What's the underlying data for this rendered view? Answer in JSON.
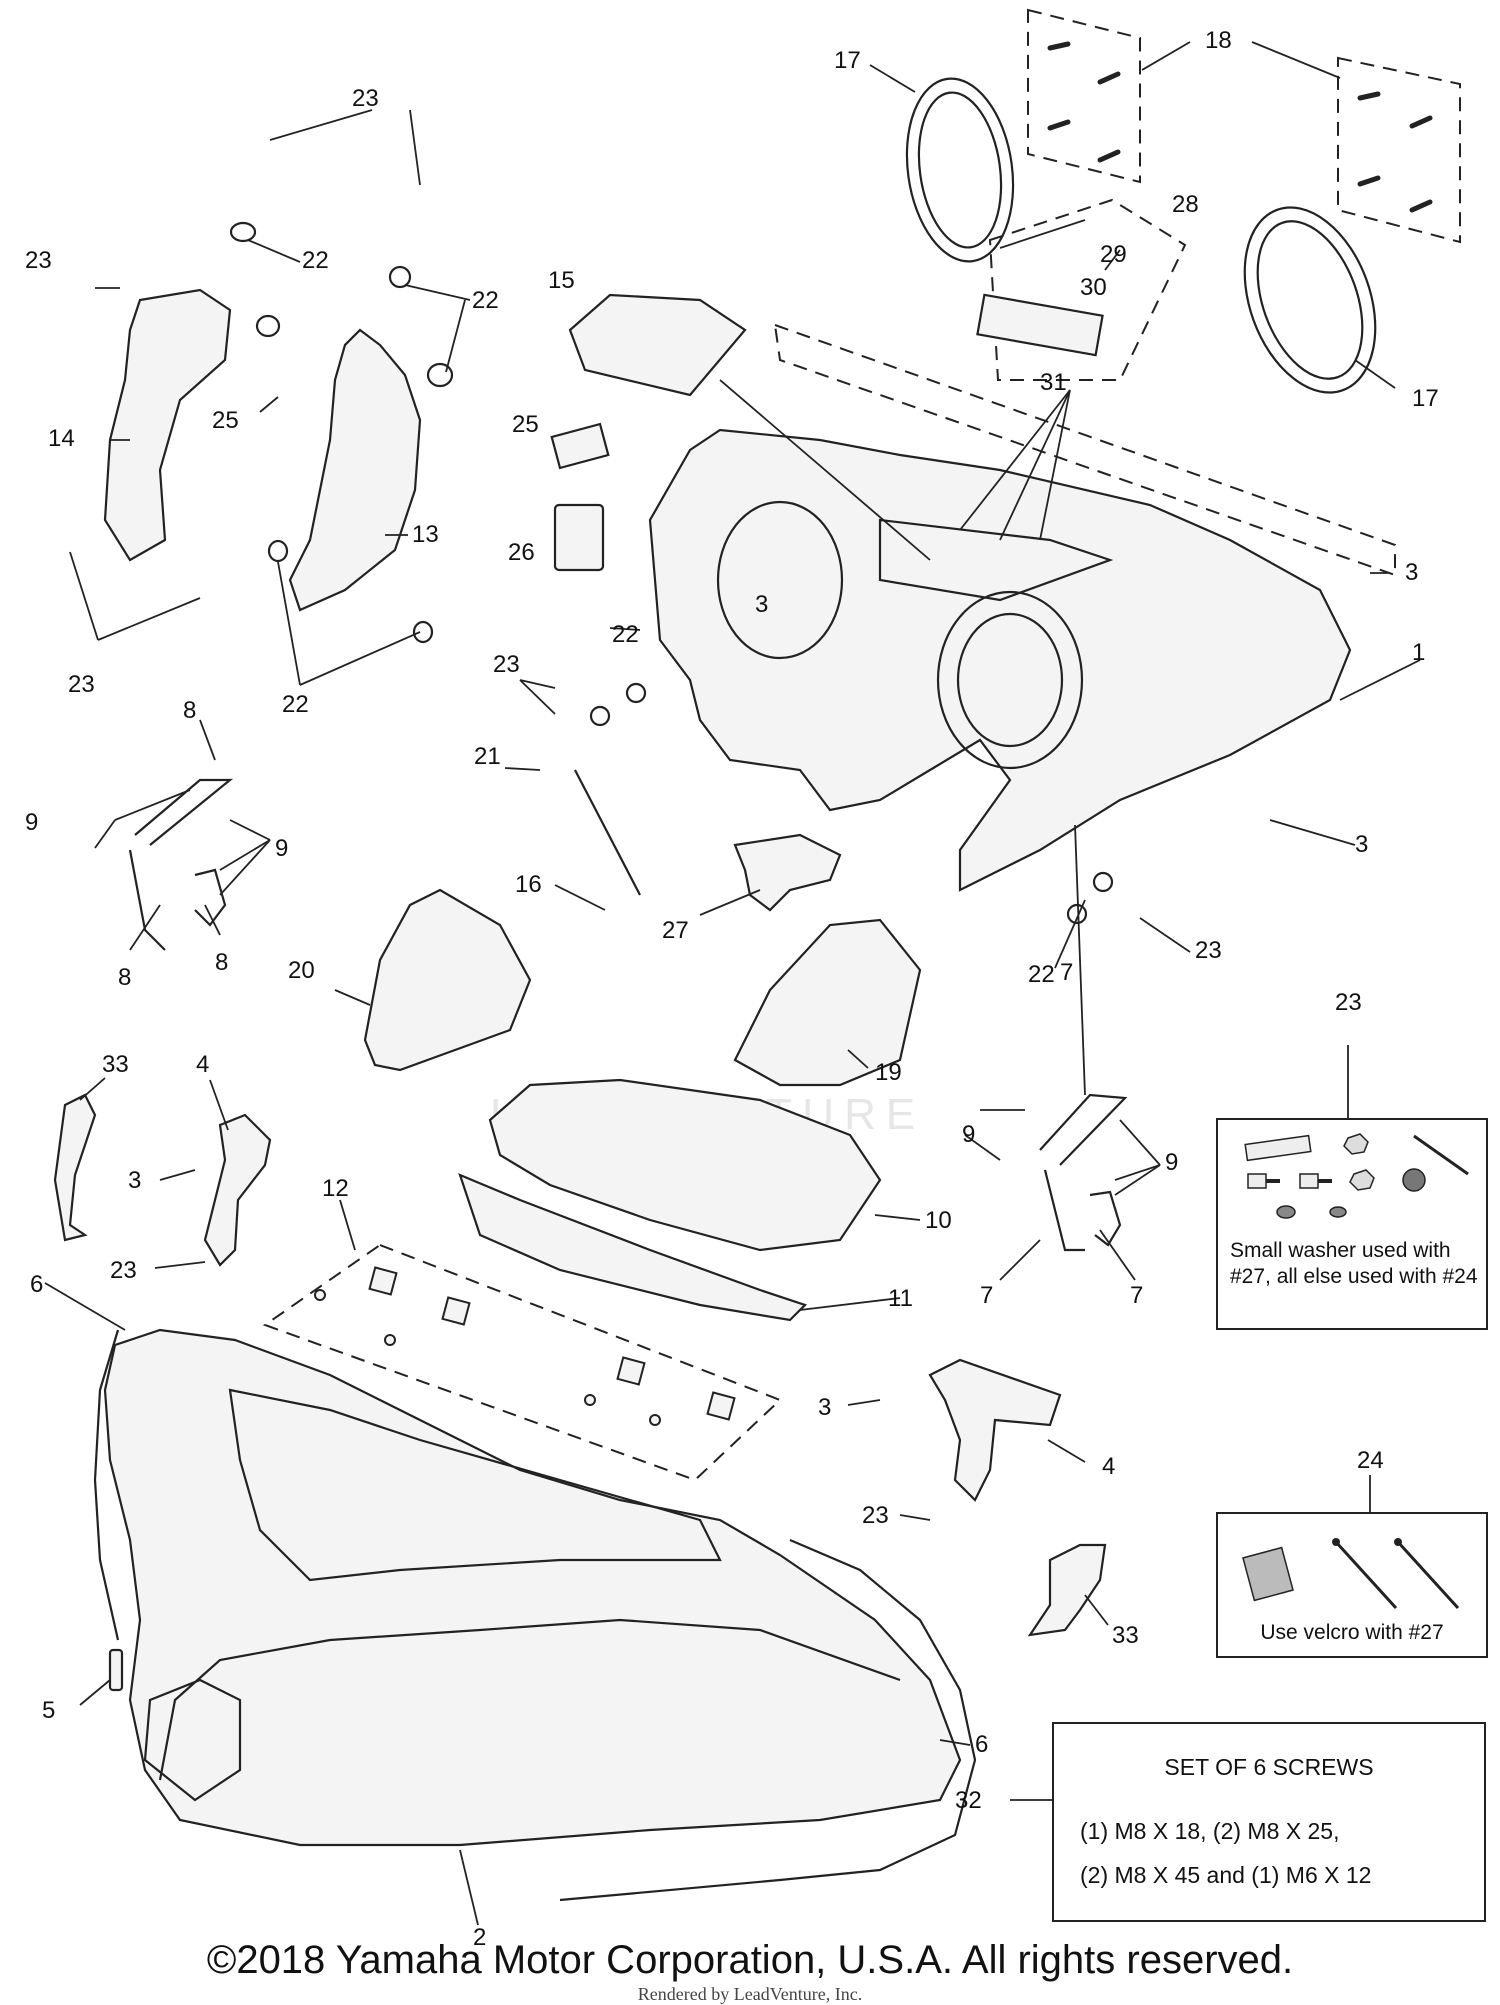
{
  "watermark": "LEADVENTURE",
  "callouts": [
    {
      "id": "c17a",
      "text": "17"
    },
    {
      "id": "c18",
      "text": "18"
    },
    {
      "id": "c17b",
      "text": "17"
    },
    {
      "id": "c23a",
      "text": "23"
    },
    {
      "id": "c23b",
      "text": "23"
    },
    {
      "id": "c22a",
      "text": "22"
    },
    {
      "id": "c22b",
      "text": "22"
    },
    {
      "id": "c25a",
      "text": "25"
    },
    {
      "id": "c14",
      "text": "14"
    },
    {
      "id": "c13",
      "text": "13"
    },
    {
      "id": "c23c",
      "text": "23"
    },
    {
      "id": "c22c",
      "text": "22"
    },
    {
      "id": "c15",
      "text": "15"
    },
    {
      "id": "c28",
      "text": "28"
    },
    {
      "id": "c29",
      "text": "29"
    },
    {
      "id": "c30",
      "text": "30"
    },
    {
      "id": "c31",
      "text": "31"
    },
    {
      "id": "c25b",
      "text": "25"
    },
    {
      "id": "c26",
      "text": "26"
    },
    {
      "id": "c3a",
      "text": "3"
    },
    {
      "id": "c3b",
      "text": "3"
    },
    {
      "id": "c1",
      "text": "1"
    },
    {
      "id": "c22d",
      "text": "22"
    },
    {
      "id": "c23d",
      "text": "23"
    },
    {
      "id": "c8a",
      "text": "8"
    },
    {
      "id": "c9a",
      "text": "9"
    },
    {
      "id": "c9b",
      "text": "9"
    },
    {
      "id": "c8b",
      "text": "8"
    },
    {
      "id": "c8c",
      "text": "8"
    },
    {
      "id": "c21",
      "text": "21"
    },
    {
      "id": "c16",
      "text": "16"
    },
    {
      "id": "c27",
      "text": "27"
    },
    {
      "id": "c3c",
      "text": "3"
    },
    {
      "id": "c22e",
      "text": "22"
    },
    {
      "id": "c23e",
      "text": "23"
    },
    {
      "id": "c20",
      "text": "20"
    },
    {
      "id": "c19",
      "text": "19"
    },
    {
      "id": "c23f",
      "text": "23"
    },
    {
      "id": "c7a",
      "text": "7"
    },
    {
      "id": "c9c",
      "text": "9"
    },
    {
      "id": "c9d",
      "text": "9"
    },
    {
      "id": "c7b",
      "text": "7"
    },
    {
      "id": "c7c",
      "text": "7"
    },
    {
      "id": "c33a",
      "text": "33"
    },
    {
      "id": "c4a",
      "text": "4"
    },
    {
      "id": "c3d",
      "text": "3"
    },
    {
      "id": "c23g",
      "text": "23"
    },
    {
      "id": "c12",
      "text": "12"
    },
    {
      "id": "c10",
      "text": "10"
    },
    {
      "id": "c11",
      "text": "11"
    },
    {
      "id": "c6a",
      "text": "6"
    },
    {
      "id": "c3e",
      "text": "3"
    },
    {
      "id": "c4b",
      "text": "4"
    },
    {
      "id": "c23h",
      "text": "23"
    },
    {
      "id": "c33b",
      "text": "33"
    },
    {
      "id": "c24",
      "text": "24"
    },
    {
      "id": "c5",
      "text": "5"
    },
    {
      "id": "c6b",
      "text": "6"
    },
    {
      "id": "c32",
      "text": "32"
    },
    {
      "id": "c2",
      "text": "2"
    }
  ],
  "kit23": {
    "note": "Small washer used with #27, all else used with #24"
  },
  "kit24": {
    "note": "Use velcro with #27"
  },
  "kit32": {
    "title": "SET OF 6 SCREWS",
    "line1": "(1) M8 X 18, (2) M8 X 25,",
    "line2": "(2) M8 X 45 and (1) M6 X 12"
  },
  "footer": {
    "copyright": "©2018 Yamaha Motor Corporation, U.S.A. All rights reserved.",
    "rendered": "Rendered by LeadVenture, Inc."
  }
}
